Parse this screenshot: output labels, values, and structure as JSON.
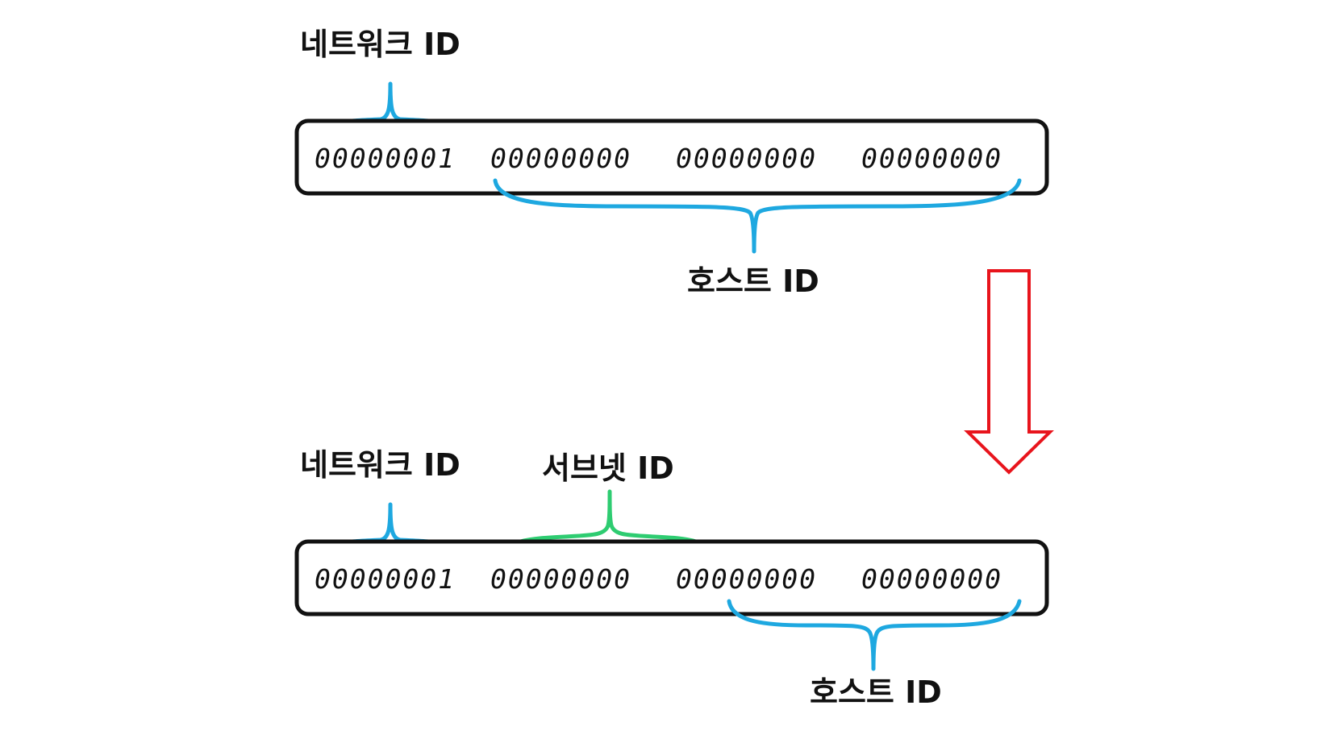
{
  "colors": {
    "network_brace": "#1ea8e0",
    "host_brace": "#1ea8e0",
    "subnet_brace": "#2ecc71",
    "arrow": "#e8141c",
    "box_stroke": "#111111"
  },
  "before": {
    "network_label": "네트워크 ID",
    "host_label": "호스트 ID",
    "octets": [
      "00000001",
      "00000000",
      "00000000",
      "00000000"
    ]
  },
  "after": {
    "network_label": "네트워크 ID",
    "subnet_label": "서브넷 ID",
    "host_label": "호스트 ID",
    "octets": [
      "00000001",
      "00000000",
      "00000000",
      "00000000"
    ]
  }
}
